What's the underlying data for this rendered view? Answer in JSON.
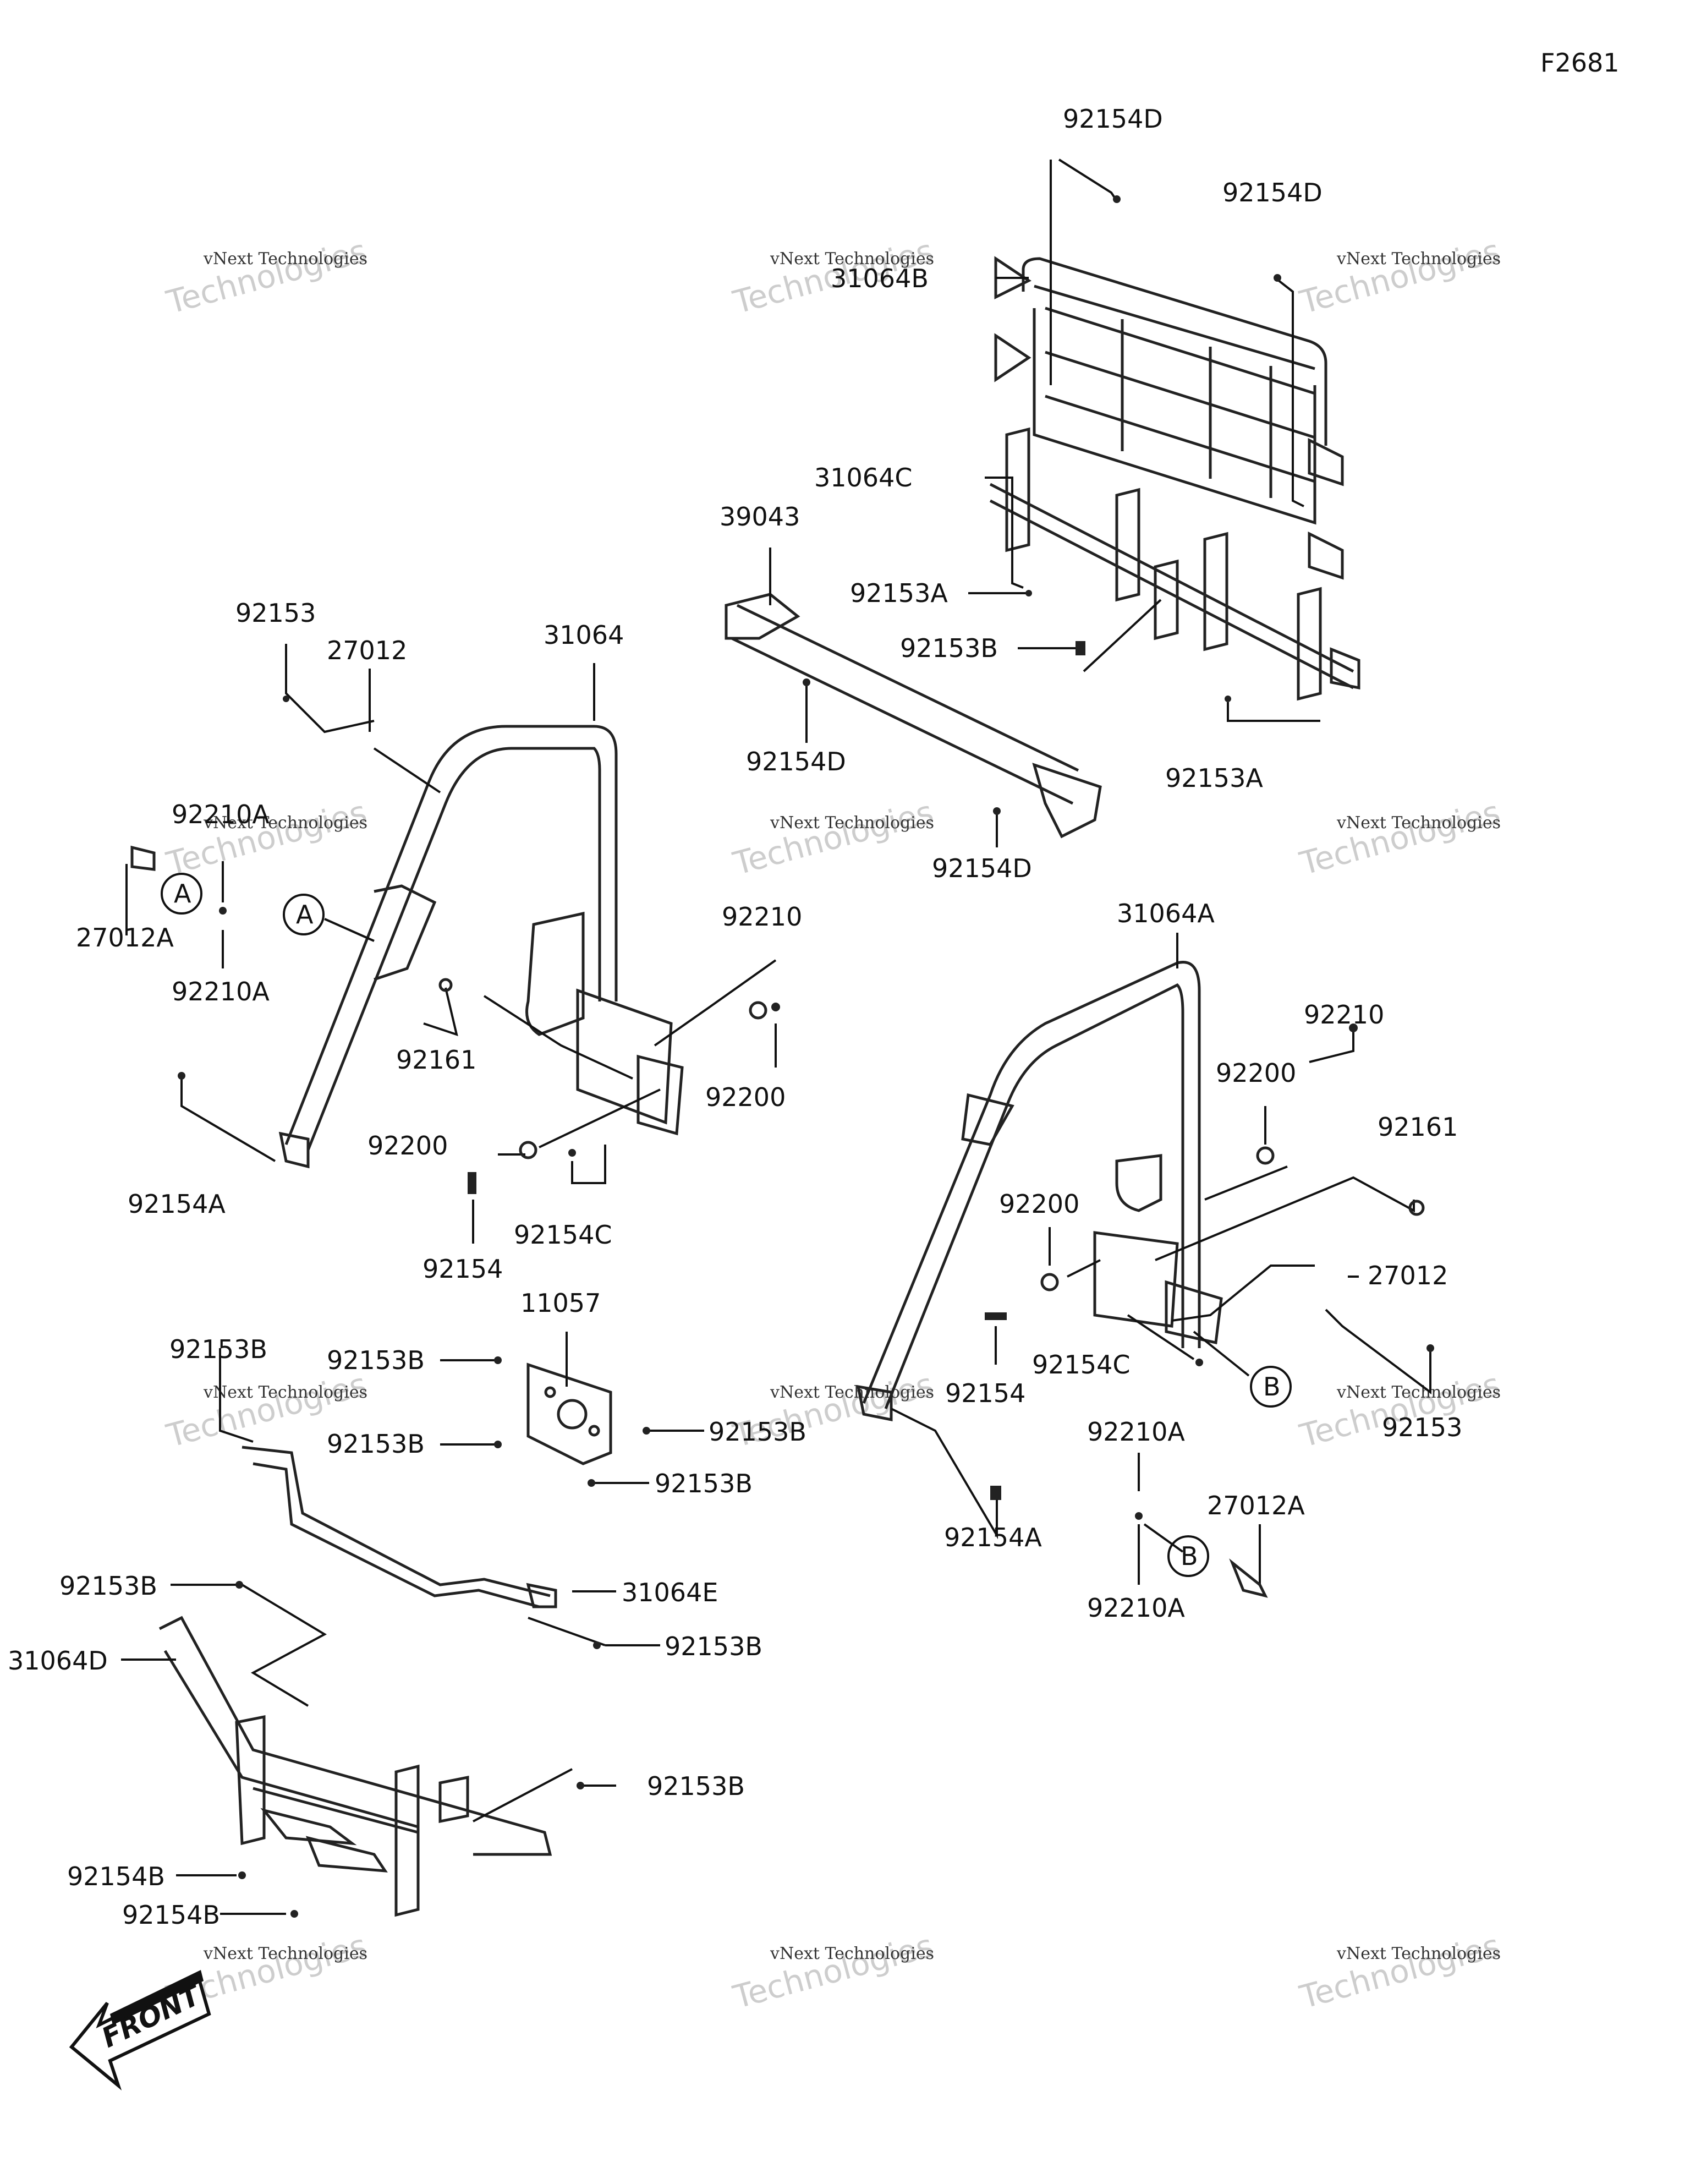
{
  "figure_code": "F2681",
  "watermark": {
    "line1": "vNext Technologies",
    "line2": "Technologies"
  },
  "callouts": {
    "92154D": "92154D",
    "31064B": "31064B",
    "31064C": "31064C",
    "39043": "39043",
    "92153A": "92153A",
    "92153B": "92153B",
    "92153": "92153",
    "27012": "27012",
    "31064": "31064",
    "92210A": "92210A",
    "27012A": "27012A",
    "92161": "92161",
    "92200": "92200",
    "92210": "92210",
    "92154A": "92154A",
    "92154": "92154",
    "92154C": "92154C",
    "31064A": "31064A",
    "11057": "11057",
    "31064E": "31064E",
    "31064D": "31064D",
    "92154B": "92154B"
  },
  "refs": {
    "A": "A",
    "B": "B"
  },
  "front_label": "FRONT"
}
